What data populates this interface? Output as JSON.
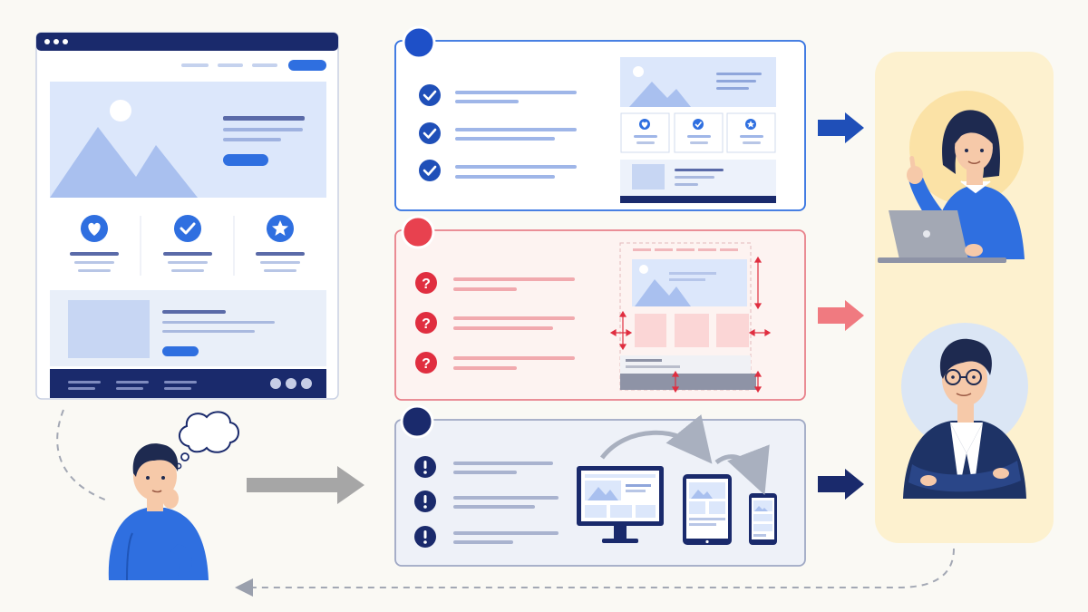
{
  "colors": {
    "background": "#faf9f4",
    "navy": "#1a2a6c",
    "blue": "#2f6fe0",
    "light_blue": "#dce7fb",
    "mid_blue": "#aac1f0",
    "red": "#e8414f",
    "light_red": "#fbe3e3",
    "slate": "#8e93a6",
    "cream": "#fdf1cf",
    "gray_arrow": "#a6a6a6"
  },
  "icons": {
    "mockup_features": [
      "heart-icon",
      "check-icon",
      "star-icon"
    ],
    "good_checks": [
      "check-circle-icon",
      "check-circle-icon",
      "check-circle-icon"
    ],
    "bad_questions": [
      "question-circle-icon",
      "question-circle-icon",
      "question-circle-icon"
    ],
    "responsive_alerts": [
      "exclamation-circle-icon",
      "exclamation-circle-icon",
      "exclamation-circle-icon"
    ]
  },
  "panels": [
    {
      "name": "good-layout-panel",
      "accent": "blue",
      "status": "good"
    },
    {
      "name": "broken-layout-panel",
      "accent": "red",
      "status": "problem"
    },
    {
      "name": "responsive-layout-panel",
      "accent": "navy",
      "status": "warning"
    }
  ],
  "devices": [
    "desktop",
    "tablet",
    "phone"
  ],
  "people": [
    "thinking-designer",
    "pointing-user",
    "confident-user"
  ]
}
